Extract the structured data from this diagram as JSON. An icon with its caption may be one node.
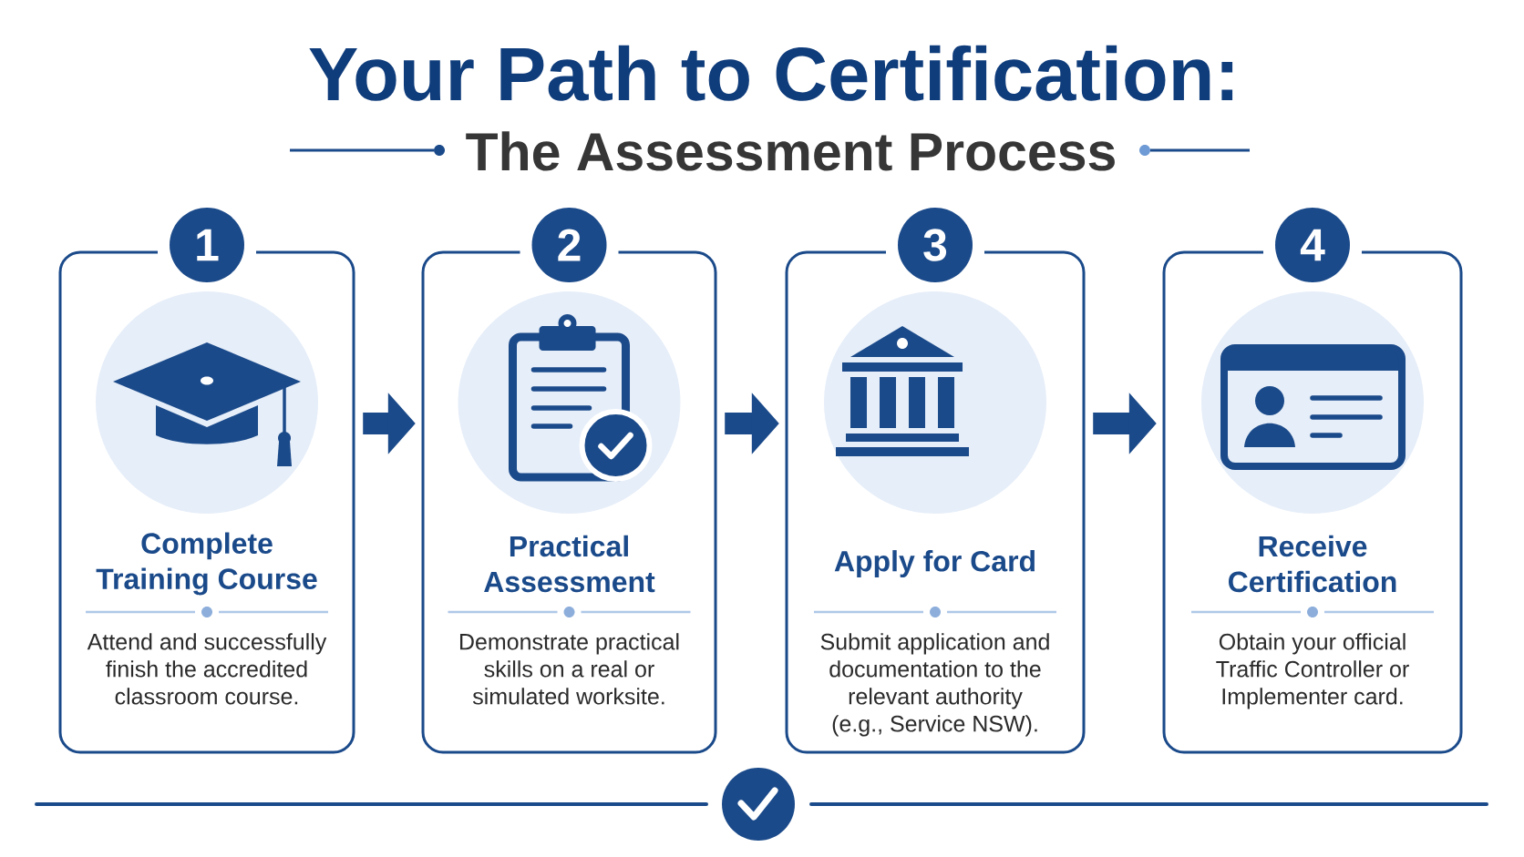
{
  "diagram": {
    "title": "Your Path to Certification:",
    "nodes": [
      {
        "text": [
          "1",
          "Complete Training Course",
          "Attend and successfully finish the accredited classroom course."
        ]
      },
      {
        "text": [
          "2",
          "Practical Assessment",
          "Demonstrate practical skills on a real or simulated worksite."
        ]
      },
      {
        "text": [
          "3",
          "Apply for Card",
          "Submit application and documentation to the relevant authority (e.g., Service NSW)."
        ]
      },
      {
        "text": [
          "4",
          "Receive Certification",
          "Obtain your official Traffic Controller or Implementer card."
        ]
      }
    ],
    "edges": [
      {
        "from": 0,
        "to": 1,
        "arrow": "to"
      },
      {
        "from": 1,
        "to": 2,
        "arrow": "to"
      },
      {
        "from": 2,
        "to": 3,
        "arrow": "to"
      }
    ],
    "labels": [
      "The Assessment Process"
    ]
  }
}
